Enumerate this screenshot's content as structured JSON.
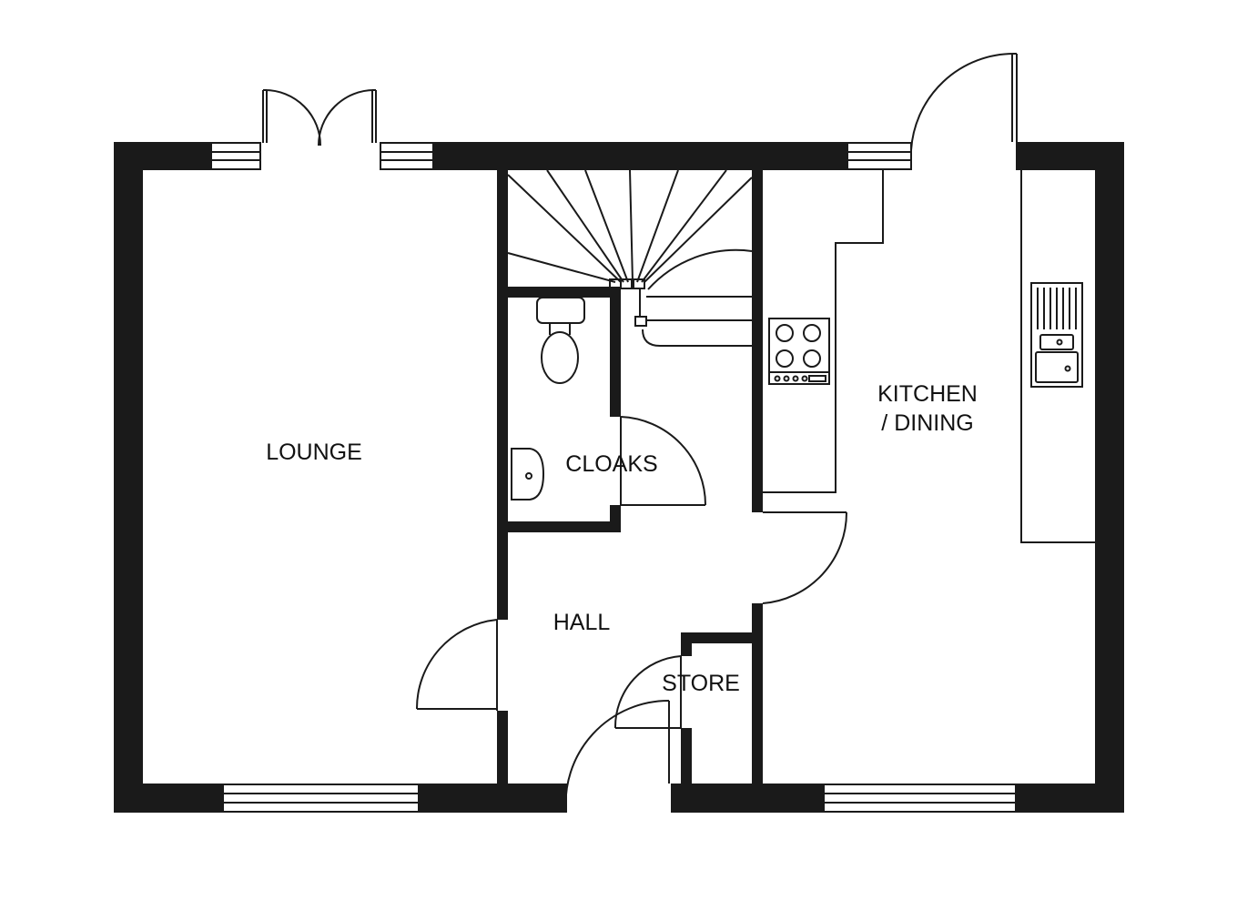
{
  "rooms": {
    "lounge": "LOUNGE",
    "cloaks": "CLOAKS",
    "hall": "HALL",
    "store": "STORE",
    "kitchen_line1": "KITCHEN",
    "kitchen_line2": "/ DINING"
  },
  "colors": {
    "wall": "#1a1a1a",
    "line": "#1a1a1a",
    "background": "#ffffff"
  }
}
